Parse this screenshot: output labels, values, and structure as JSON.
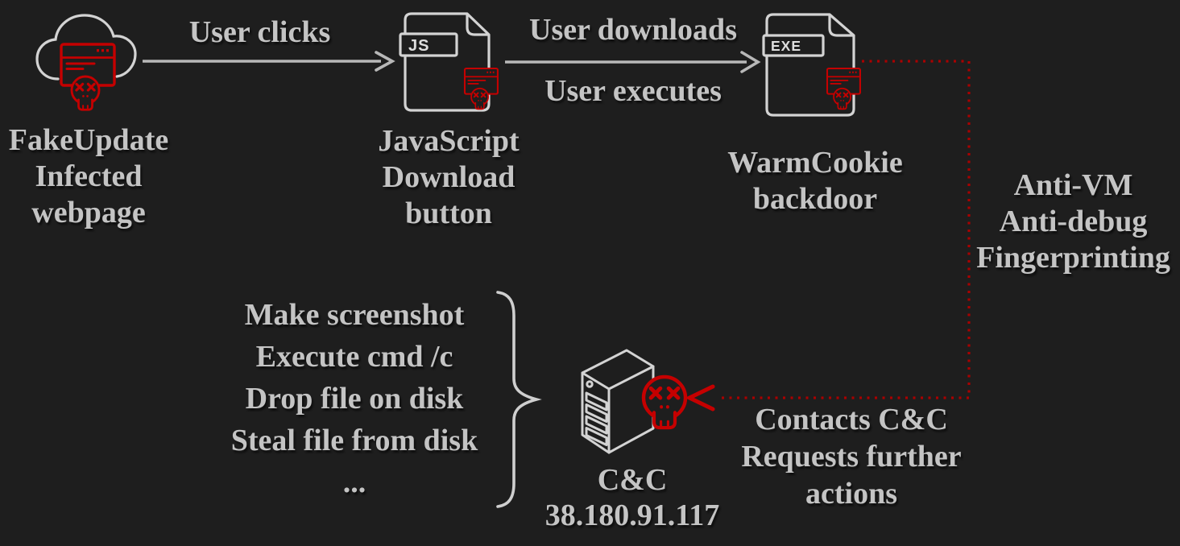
{
  "colors": {
    "background": "#1e1e1e",
    "text_gray": "#c4c4c4",
    "icon_stroke_gray": "#d3d3d3",
    "arrow_gray": "#b8b8b8",
    "malware_red": "#c50000",
    "dotted_line_red": "#a90000"
  },
  "nodes": {
    "fake_update": {
      "lines": [
        "FakeUpdate",
        "Infected",
        "webpage"
      ]
    },
    "js_download": {
      "badge": "JS",
      "lines": [
        "JavaScript",
        "Download",
        "button"
      ]
    },
    "warmcookie": {
      "badge": "EXE",
      "lines": [
        "WarmCookie",
        "backdoor"
      ]
    },
    "cnc": {
      "lines": [
        "C&C",
        "38.180.91.117"
      ]
    }
  },
  "edges": {
    "user_clicks": {
      "label": "User clicks"
    },
    "download_execute": {
      "label_top": "User downloads",
      "label_bottom": "User executes"
    },
    "anti_analysis": {
      "lines": [
        "Anti-VM",
        "Anti-debug",
        "Fingerprinting"
      ]
    },
    "contacts_cnc": {
      "lines": [
        "Contacts C&C",
        "Requests further",
        "actions"
      ]
    }
  },
  "capabilities": {
    "items": [
      "Make screenshot",
      "Execute cmd /c",
      "Drop file on disk",
      "Steal file from disk",
      "..."
    ]
  }
}
